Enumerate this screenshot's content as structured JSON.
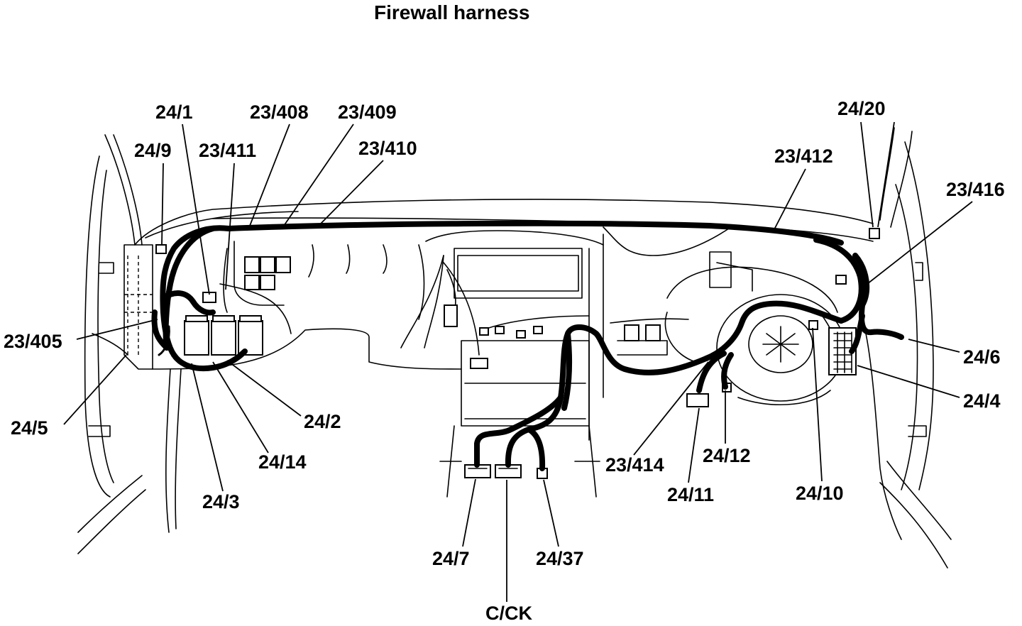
{
  "title": "Firewall harness",
  "labels": {
    "l_24_1": "24/1",
    "l_23_408": "23/408",
    "l_23_409": "23/409",
    "l_24_9": "24/9",
    "l_23_411": "23/411",
    "l_23_410": "23/410",
    "l_23_412": "23/412",
    "l_24_20": "24/20",
    "l_23_416": "23/416",
    "l_23_405": "23/405",
    "l_24_5": "24/5",
    "l_24_2": "24/2",
    "l_24_14": "24/14",
    "l_24_3": "24/3",
    "l_24_6": "24/6",
    "l_24_4": "24/4",
    "l_23_414": "23/414",
    "l_24_12": "24/12",
    "l_24_11": "24/11",
    "l_24_10": "24/10",
    "l_24_7": "24/7",
    "l_24_37": "24/37",
    "l_c_ck": "C/CK"
  }
}
